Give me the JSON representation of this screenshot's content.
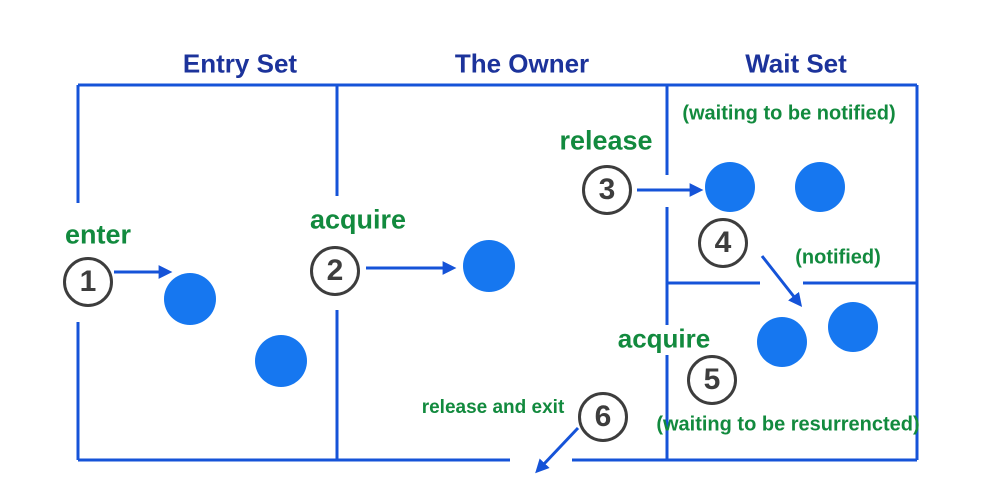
{
  "sections": [
    {
      "label": "Entry Set"
    },
    {
      "label": "The Owner"
    },
    {
      "label": "Wait Set"
    }
  ],
  "steps": [
    {
      "number": "1",
      "action": "enter"
    },
    {
      "number": "2",
      "action": "acquire"
    },
    {
      "number": "3",
      "action": "release"
    },
    {
      "number": "4",
      "action": "(notified)"
    },
    {
      "number": "5",
      "action": "acquire"
    },
    {
      "number": "6",
      "action": "release and exit"
    }
  ],
  "notes": {
    "waiting_to_be_notified": "(waiting to be notified)",
    "waiting_to_be_resurrected": "(waiting to be resurrencted)"
  },
  "threads": {
    "entry_set_count": 2,
    "owner_count": 1,
    "wait_set_notified_count": 2,
    "wait_set_resurrect_count": 2
  },
  "colors": {
    "header_navy": "#1c339b",
    "line_blue": "#1553d8",
    "thread_blue": "#1677f0",
    "action_green": "#128a3e",
    "circle_gray": "#3d3d3d",
    "background": "#ffffff"
  }
}
